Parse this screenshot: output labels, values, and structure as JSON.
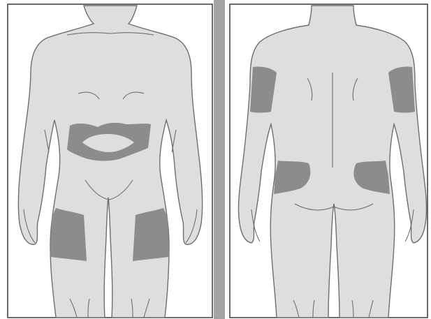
{
  "figure": {
    "views": [
      {
        "id": "front",
        "label": ""
      },
      {
        "id": "back",
        "label": ""
      }
    ],
    "regions": {
      "front": [
        "abdomen",
        "left-thigh",
        "right-thigh"
      ],
      "back": [
        "left-upper-arm",
        "right-upper-arm",
        "left-buttock",
        "right-buttock"
      ]
    }
  },
  "colors": {
    "background": "#ffffff",
    "divider": "#a3a3a3",
    "panel_border": "#3a3a3a",
    "body_fill": "#dedede",
    "body_stroke": "#6e6e6e",
    "region_fill": "#8c8c8c"
  }
}
